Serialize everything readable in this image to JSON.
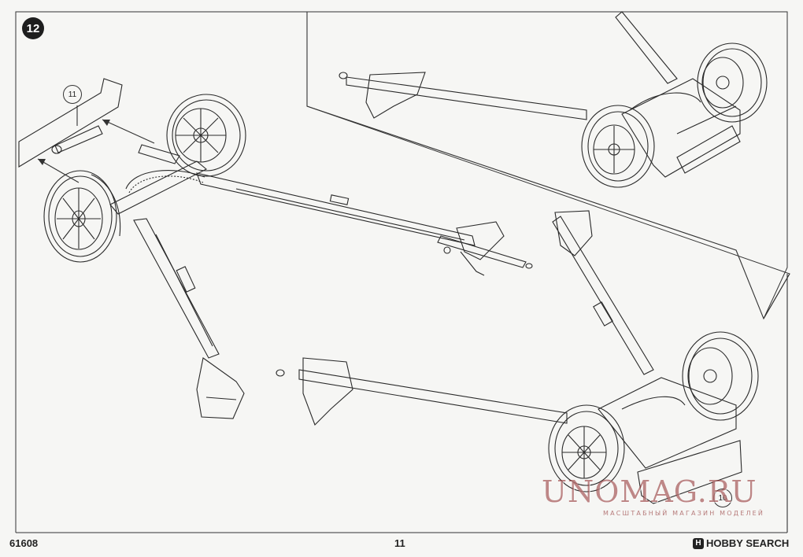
{
  "step": {
    "number": "12"
  },
  "callouts": {
    "part_11": "11",
    "part_10": "10"
  },
  "watermark": {
    "title": "UNOMAG.RU",
    "subtitle": "МАСШТАБНЫЙ МАГАЗИН МОДЕЛЕЙ"
  },
  "footer": {
    "kit_code": "61608",
    "page_number": "11",
    "brand": "HOBBY SEARCH",
    "brand_icon": "H"
  },
  "icons": {
    "step": "step-number-badge",
    "brand": "hobby-search-logo-icon"
  }
}
